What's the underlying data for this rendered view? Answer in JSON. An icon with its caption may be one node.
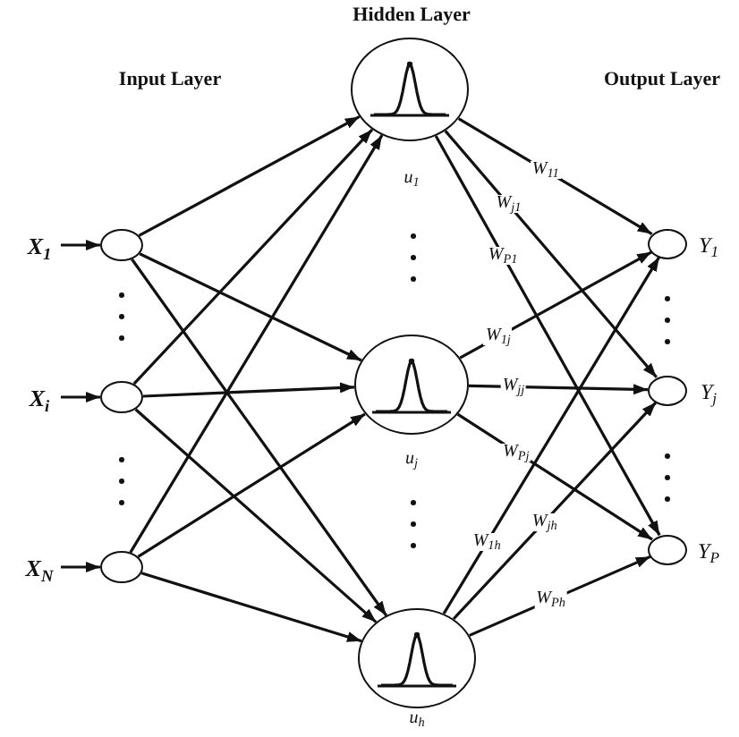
{
  "diagram": {
    "nodes": [
      {
        "text": [
          "X$_{1}$"
        ]
      },
      {
        "text": [
          "X$_{i}$"
        ]
      },
      {
        "text": [
          "X$_{N}$"
        ]
      },
      {
        "text": [],
        "shape": "circle"
      },
      {
        "text": [],
        "shape": "circle"
      },
      {
        "text": [],
        "shape": "circle"
      },
      {
        "text": [],
        "shape": "circle",
        "beside": [
          "u$_{1}$"
        ]
      },
      {
        "text": [],
        "shape": "circle",
        "beside": [
          "u$_{j}$"
        ]
      },
      {
        "text": [],
        "shape": "circle",
        "beside": [
          "u$_{h}$"
        ]
      },
      {
        "text": [],
        "shape": "circle",
        "beside": [
          "Y$_{1}$"
        ]
      },
      {
        "text": [],
        "shape": "circle",
        "beside": [
          "Y$_{j}$"
        ]
      },
      {
        "text": [],
        "shape": "circle",
        "beside": [
          "Y$_{P}$"
        ]
      }
    ],
    "edges": [
      {
        "from": 0,
        "to": 3,
        "arrow": "to"
      },
      {
        "from": 1,
        "to": 4,
        "arrow": "to"
      },
      {
        "from": 2,
        "to": 5,
        "arrow": "to"
      },
      {
        "from": 3,
        "to": 6,
        "arrow": "to"
      },
      {
        "from": 3,
        "to": 7,
        "arrow": "to"
      },
      {
        "from": 3,
        "to": 8,
        "arrow": "to"
      },
      {
        "from": 4,
        "to": 6,
        "arrow": "to"
      },
      {
        "from": 4,
        "to": 7,
        "arrow": "to"
      },
      {
        "from": 4,
        "to": 8,
        "arrow": "to"
      },
      {
        "from": 5,
        "to": 6,
        "arrow": "to"
      },
      {
        "from": 5,
        "to": 7,
        "arrow": "to"
      },
      {
        "from": 5,
        "to": 8,
        "arrow": "to"
      },
      {
        "from": 6,
        "to": 9,
        "arrow": "to",
        "label": "W$_{11}$"
      },
      {
        "from": 6,
        "to": 10,
        "arrow": "to",
        "label": "W$_{j1}$"
      },
      {
        "from": 6,
        "to": 11,
        "arrow": "to",
        "label": "W$_{P1}$"
      },
      {
        "from": 7,
        "to": 9,
        "arrow": "to",
        "label": "W$_{1j}$"
      },
      {
        "from": 7,
        "to": 10,
        "arrow": "to",
        "label": "W$_{jj}$"
      },
      {
        "from": 7,
        "to": 11,
        "arrow": "to",
        "label": "W$_{Pj}$"
      },
      {
        "from": 8,
        "to": 9,
        "arrow": "to",
        "label": "W$_{1h}$"
      },
      {
        "from": 8,
        "to": 10,
        "arrow": "to",
        "label": "W$_{jh}$"
      },
      {
        "from": 8,
        "to": 11,
        "arrow": "to",
        "label": "W$_{Ph}$"
      }
    ],
    "labels": [
      "Hidden Layer",
      "Input Layer",
      "Output Layer"
    ]
  }
}
